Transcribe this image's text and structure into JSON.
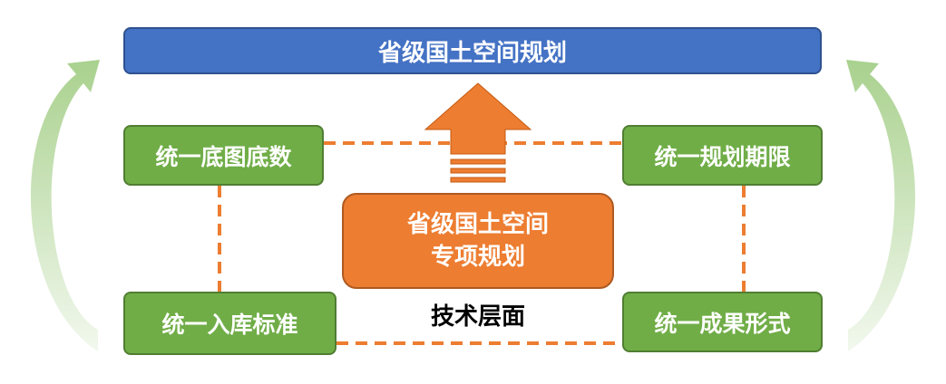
{
  "diagram": {
    "top_title": "省级国土空间规划",
    "corners": {
      "top_left": "统一底图底数",
      "top_right": "统一规划期限",
      "bottom_left": "统一入库标准",
      "bottom_right": "统一成果形式"
    },
    "center": {
      "line1": "省级国土空间",
      "line2": "专项规划"
    },
    "caption": "技术层面",
    "colors": {
      "top_box": "#4472c4",
      "corner_boxes": "#70ad47",
      "center_box": "#ed7d31",
      "dashed_lines": "#ed7d31",
      "side_arrows": "#a9d18e",
      "up_arrow": "#ed7d31"
    }
  }
}
